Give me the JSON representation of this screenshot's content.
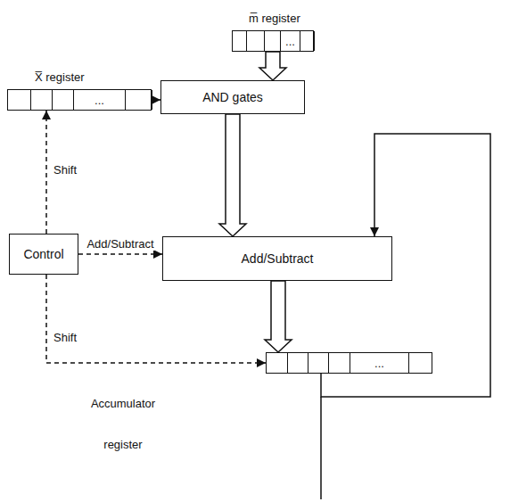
{
  "diagram": {
    "nodes": [
      {
        "text": [
          "m̅ register",
          "..."
        ]
      },
      {
        "text": [
          "X̅ register",
          "..."
        ]
      },
      {
        "text": [
          "AND gates"
        ]
      },
      {
        "text": [
          "Control"
        ]
      },
      {
        "text": [
          "Add/Subtract"
        ]
      },
      {
        "text": [
          "..."
        ]
      }
    ],
    "edges": [
      {
        "from": 0,
        "to": 2,
        "arrow": "to"
      },
      {
        "from": 1,
        "to": 2,
        "arrow": "to"
      },
      {
        "from": 2,
        "to": 4,
        "arrow": "to"
      },
      {
        "from": 4,
        "to": 5,
        "arrow": "to"
      },
      {
        "from": 5,
        "to": 4,
        "arrow": "to"
      },
      {
        "from": 3,
        "to": 1,
        "arrow": "to",
        "label": "Shift"
      },
      {
        "from": 3,
        "to": 4,
        "arrow": "to",
        "label": "Add/Subtract"
      },
      {
        "from": 3,
        "to": 5,
        "arrow": "to",
        "label": "Shift"
      }
    ],
    "labels": [
      "Accumulator register"
    ]
  }
}
